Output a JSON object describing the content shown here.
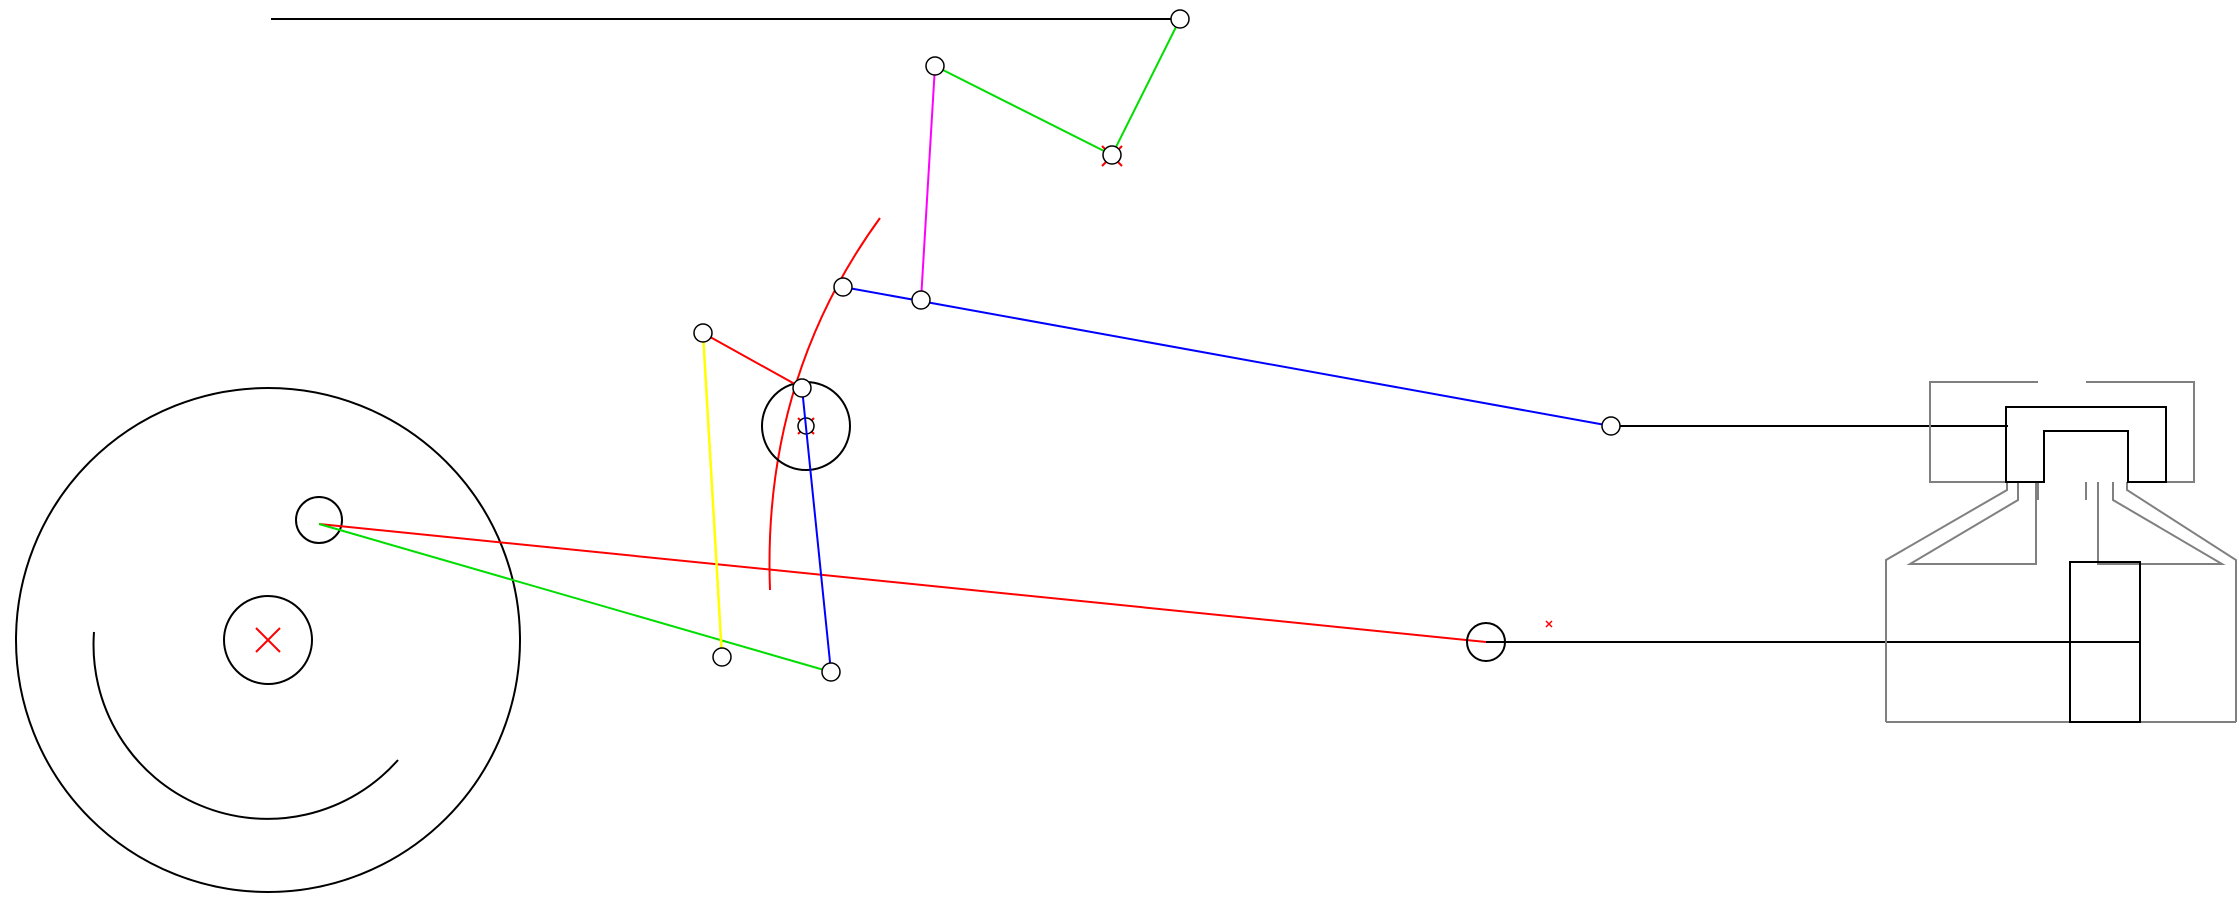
{
  "diagram": {
    "kind": "steam-engine-valve-gear-linkage",
    "colors": {
      "outline": "#000000",
      "housing": "#808080",
      "eccentric_rod": "#ff0000",
      "expansion_link": "#ff0000",
      "radius_rod": "#0000ff",
      "lifting_link": "#ff00ff",
      "reach_rod": "#00dd00",
      "combination_lever": "#ffff00",
      "union_link": "#00dd00",
      "pivot_marker": "#ff0000"
    },
    "parts": [
      "drive-wheel",
      "crank-pin",
      "axle",
      "eccentric-rod",
      "return-crank-rod",
      "expansion-link-arc",
      "link-trunnion",
      "radius-rod",
      "lifting-link",
      "reach-rod",
      "weighbar-arm",
      "reversing-lever-rod",
      "combination-lever",
      "union-link",
      "valve-spindle",
      "piston-rod",
      "crosshead",
      "steam-chest",
      "valve-spool",
      "cylinder",
      "piston"
    ]
  }
}
